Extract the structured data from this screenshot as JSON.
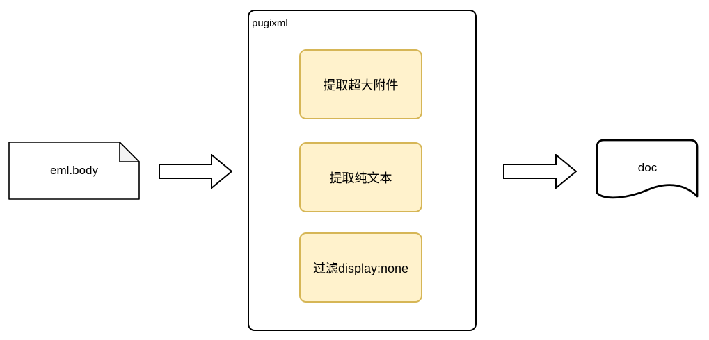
{
  "diagram": {
    "input": {
      "label": "eml.body"
    },
    "process": {
      "title": "pugixml",
      "steps": [
        {
          "label": "提取超大附件"
        },
        {
          "label": "提取纯文本"
        },
        {
          "label": "过滤display:none"
        }
      ]
    },
    "output": {
      "label": "doc"
    },
    "colors": {
      "step_fill": "#FFF2CC",
      "step_border": "#D6B656",
      "outline": "#000000",
      "note_fold": "#F2F2F2"
    }
  }
}
